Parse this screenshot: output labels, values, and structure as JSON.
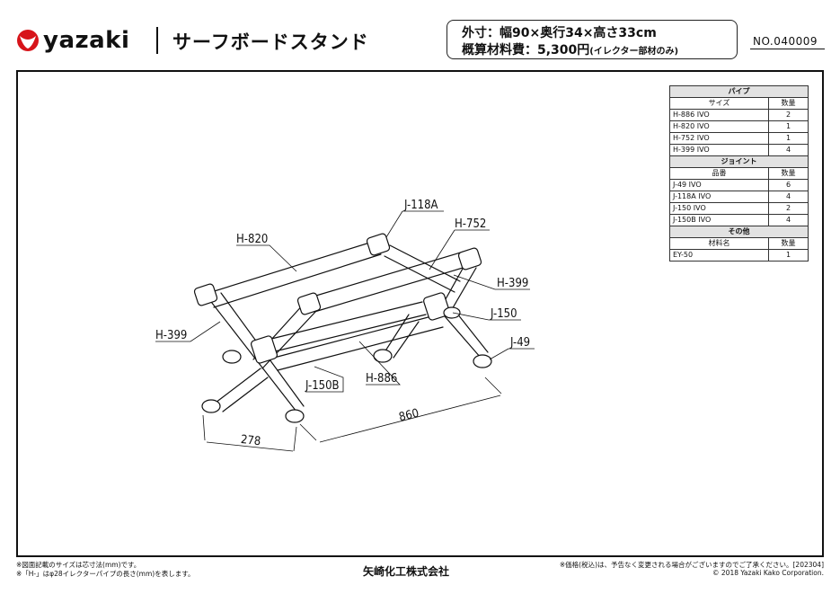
{
  "header": {
    "logo_text": "yazaki",
    "title": "サーフボードスタンド",
    "spec_dimensions": "外寸：幅90×奥行34×高さ33cm",
    "spec_cost_label": "概算材料費：5,300円",
    "spec_cost_note": "(イレクター部材のみ)",
    "product_no": "NO.040009"
  },
  "parts_table": {
    "pipe_section": "パイプ",
    "pipe_col_size": "サイズ",
    "pipe_col_qty": "数量",
    "pipes": [
      {
        "name": "H-886 IVO",
        "qty": "2"
      },
      {
        "name": "H-820 IVO",
        "qty": "1"
      },
      {
        "name": "H-752 IVO",
        "qty": "1"
      },
      {
        "name": "H-399 IVO",
        "qty": "4"
      }
    ],
    "joint_section": "ジョイント",
    "joint_col_name": "品番",
    "joint_col_qty": "数量",
    "joints": [
      {
        "name": "J-49 IVO",
        "qty": "6"
      },
      {
        "name": "J-118A IVO",
        "qty": "4"
      },
      {
        "name": "J-150 IVO",
        "qty": "2"
      },
      {
        "name": "J-150B IVO",
        "qty": "4"
      }
    ],
    "other_section": "その他",
    "other_col_name": "材料名",
    "other_col_qty": "数量",
    "others": [
      {
        "name": "EY-50",
        "qty": "1"
      }
    ]
  },
  "drawing": {
    "labels": {
      "j118a": "J-118A",
      "h752": "H-752",
      "h820": "H-820",
      "h399_right": "H-399",
      "j150": "J-150",
      "h399_left": "H-399",
      "j49": "J-49",
      "j150b": "J-150B",
      "h886": "H-886",
      "dim_860": "860",
      "dim_278": "278"
    }
  },
  "footer": {
    "note_1": "※図面記載のサイズは芯寸法(mm)です。",
    "note_2": "※「H-」はφ28イレクターパイプの長さ(mm)を表します。",
    "company": "矢崎化工株式会社",
    "price_note": "※価格(税込)は、予告なく変更される場合がございますのでご了承ください。[202304]",
    "copyright": "© 2018 Yazaki Kako  Corporation."
  },
  "colors": {
    "line": "#111111",
    "table_header_bg": "#e2e2e2"
  }
}
